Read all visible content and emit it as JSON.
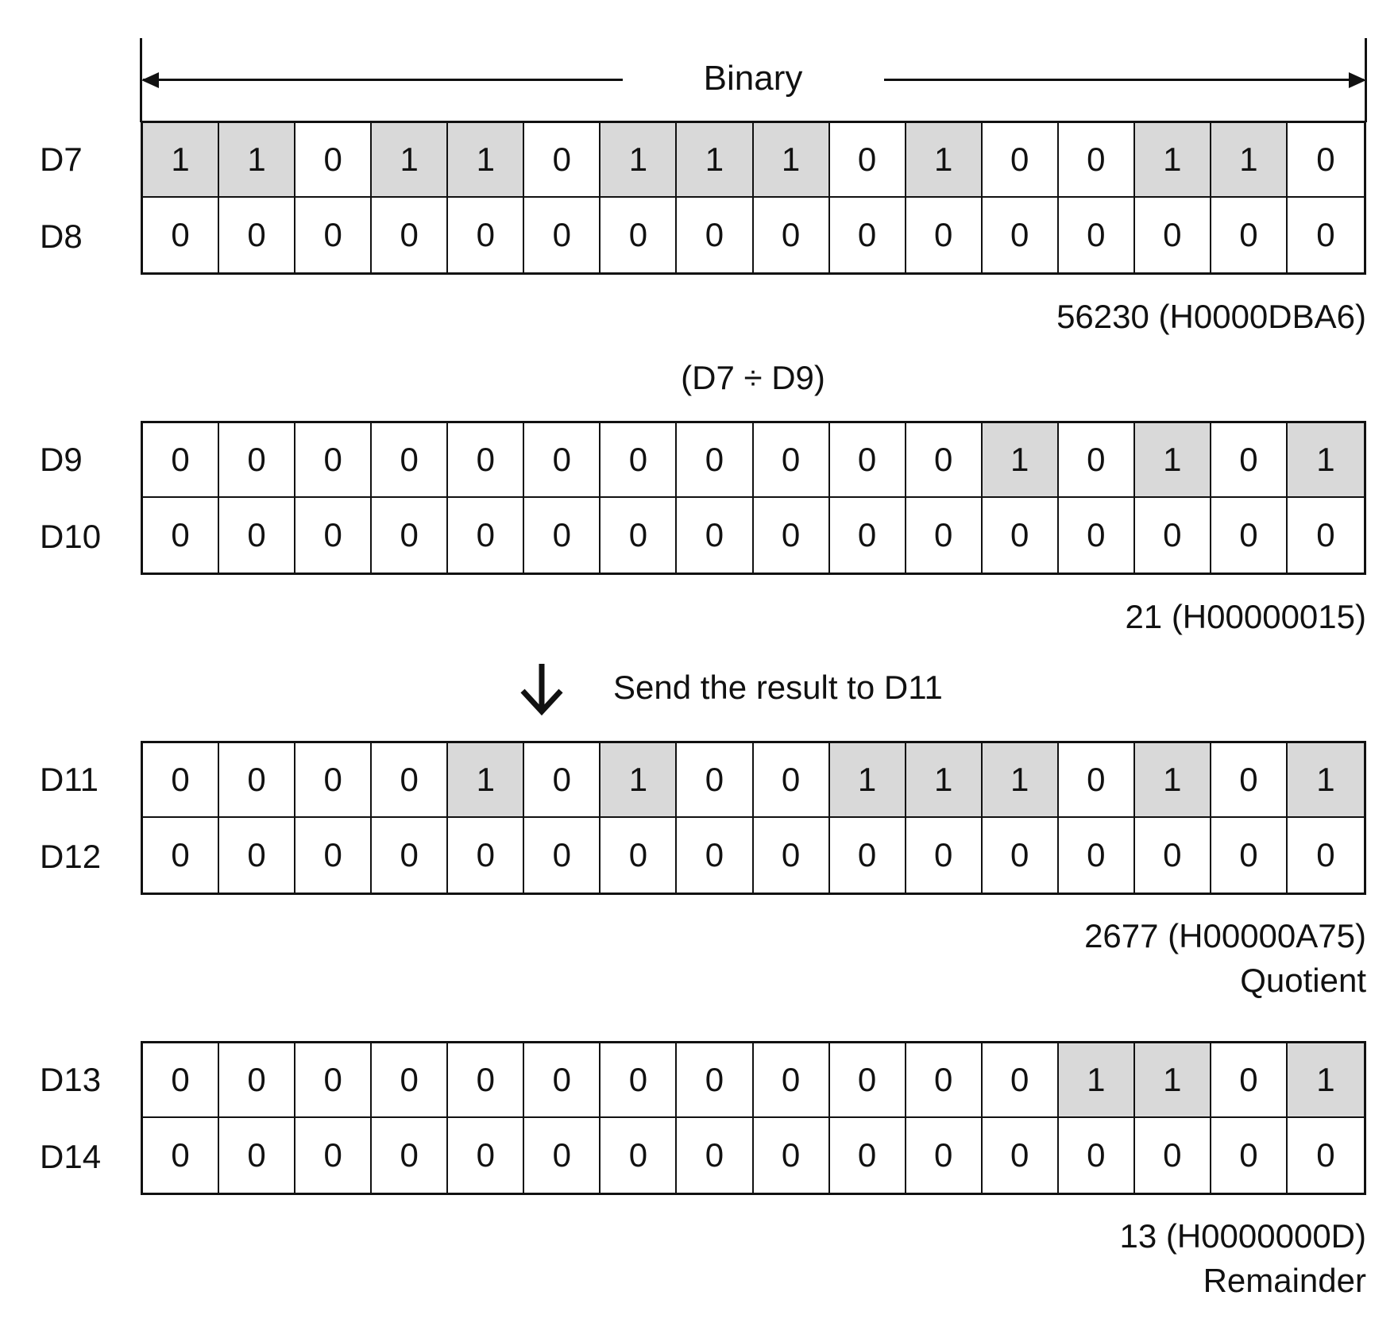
{
  "header": {
    "title": "Binary"
  },
  "operation": "(D7 ÷ D9)",
  "send_text": "Send the result to D11",
  "groups": [
    {
      "rows": [
        {
          "label": "D7",
          "bits": [
            1,
            1,
            0,
            1,
            1,
            0,
            1,
            1,
            1,
            0,
            1,
            0,
            0,
            1,
            1,
            0
          ]
        },
        {
          "label": "D8",
          "bits": [
            0,
            0,
            0,
            0,
            0,
            0,
            0,
            0,
            0,
            0,
            0,
            0,
            0,
            0,
            0,
            0
          ]
        }
      ],
      "value": "56230 (H0000DBA6)",
      "caption": ""
    },
    {
      "rows": [
        {
          "label": "D9",
          "bits": [
            0,
            0,
            0,
            0,
            0,
            0,
            0,
            0,
            0,
            0,
            0,
            1,
            0,
            1,
            0,
            1
          ]
        },
        {
          "label": "D10",
          "bits": [
            0,
            0,
            0,
            0,
            0,
            0,
            0,
            0,
            0,
            0,
            0,
            0,
            0,
            0,
            0,
            0
          ]
        }
      ],
      "value": "21 (H00000015)",
      "caption": ""
    },
    {
      "rows": [
        {
          "label": "D11",
          "bits": [
            0,
            0,
            0,
            0,
            1,
            0,
            1,
            0,
            0,
            1,
            1,
            1,
            0,
            1,
            0,
            1
          ]
        },
        {
          "label": "D12",
          "bits": [
            0,
            0,
            0,
            0,
            0,
            0,
            0,
            0,
            0,
            0,
            0,
            0,
            0,
            0,
            0,
            0
          ]
        }
      ],
      "value": "2677 (H00000A75)",
      "caption": "Quotient"
    },
    {
      "rows": [
        {
          "label": "D13",
          "bits": [
            0,
            0,
            0,
            0,
            0,
            0,
            0,
            0,
            0,
            0,
            0,
            0,
            1,
            1,
            0,
            1
          ]
        },
        {
          "label": "D14",
          "bits": [
            0,
            0,
            0,
            0,
            0,
            0,
            0,
            0,
            0,
            0,
            0,
            0,
            0,
            0,
            0,
            0
          ]
        }
      ],
      "value": "13 (H0000000D)",
      "caption": "Remainder"
    }
  ],
  "colors": {
    "set_bit": "#d9d9d9",
    "clear_bit": "#ffffff",
    "line": "#111111"
  }
}
